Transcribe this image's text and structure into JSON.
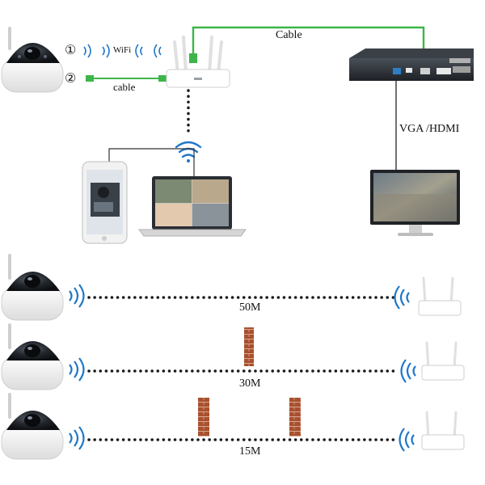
{
  "top": {
    "option_1_marker": "①",
    "option_2_marker": "②",
    "wifi_label": "WiFi",
    "cable_small_label": "cable",
    "cable_top_label": "Cable",
    "vga_hdmi_label": "VGA /HDMI"
  },
  "range_tests": [
    {
      "distance_label": "50M",
      "walls": 0
    },
    {
      "distance_label": "30M",
      "walls": 1
    },
    {
      "distance_label": "15M",
      "walls": 2
    }
  ],
  "colors": {
    "cable_green": "#3db54a",
    "nvr_body": "#2b2f36",
    "camera_white": "#f4f4f4",
    "dome_dark": "#1c1f24",
    "wifi_blue": "#1f78c8",
    "brick": "#a8502f",
    "dot_line": "#1a1a1a"
  }
}
